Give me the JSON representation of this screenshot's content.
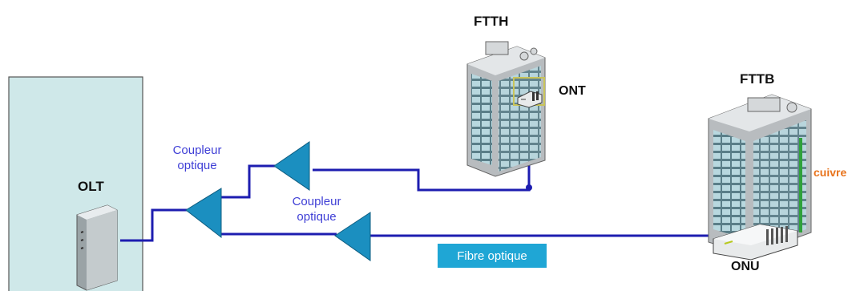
{
  "labels": {
    "ftth": "FTTH",
    "fttb": "FTTB",
    "olt": "OLT",
    "ont": "ONT",
    "onu": "ONU",
    "coupler_1": [
      "Coupleur",
      "optique"
    ],
    "coupler_2": [
      "Coupleur",
      "optique"
    ],
    "copper": "cuivre",
    "fibre": "Fibre optique"
  },
  "colors": {
    "fiber_line": "#1d1db0",
    "coupler": "#1b8fc0",
    "central_office": "#cfe8e9",
    "fibre_tag": "#1fa6d5",
    "copper_line": "#2fa23a",
    "copper_text": "#e8731c"
  },
  "icons": [
    "building-icon",
    "server-icon",
    "router-icon",
    "coupler-icon"
  ]
}
